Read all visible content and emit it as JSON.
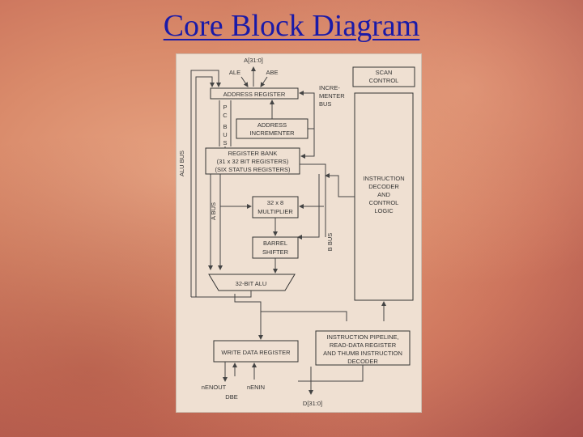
{
  "slide": {
    "title": "Core Block Diagram"
  },
  "diagram": {
    "signals": {
      "address_bus": "A[31:0]",
      "ale": "ALE",
      "abe": "ABE",
      "data_bus": "D[31:0]",
      "nenout": "nENOUT",
      "nenin": "nENIN",
      "dbe": "DBE"
    },
    "blocks": {
      "scan_control": [
        "SCAN",
        "CONTROL"
      ],
      "incrementer_bus": [
        "INCRE-",
        "MENTER",
        "BUS"
      ],
      "address_register": "ADDRESS REGISTER",
      "pc_bus": [
        "P",
        "C",
        "",
        "B",
        "U",
        "S"
      ],
      "address_incrementer": [
        "ADDRESS",
        "INCREMENTER"
      ],
      "alu_bus": "ALU BUS",
      "register_bank": [
        "REGISTER BANK",
        "(31 x 32 BIT REGISTERS)",
        "(SIX STATUS REGISTERS)"
      ],
      "instruction_decoder": [
        "INSTRUCTION",
        "DECODER",
        "AND",
        "CONTROL",
        "LOGIC"
      ],
      "a_bus": "A BUS",
      "multiplier": [
        "32 x 8",
        "MULTIPLIER"
      ],
      "b_bus": "B BUS",
      "barrel_shifter": [
        "BARREL",
        "SHIFTER"
      ],
      "alu": "32-BIT ALU",
      "instruction_pipeline": [
        "INSTRUCTION PIPELINE,",
        "READ-DATA REGISTER",
        "AND THUMB INSTRUCTION",
        "DECODER"
      ],
      "write_data_register": "WRITE DATA REGISTER"
    }
  }
}
